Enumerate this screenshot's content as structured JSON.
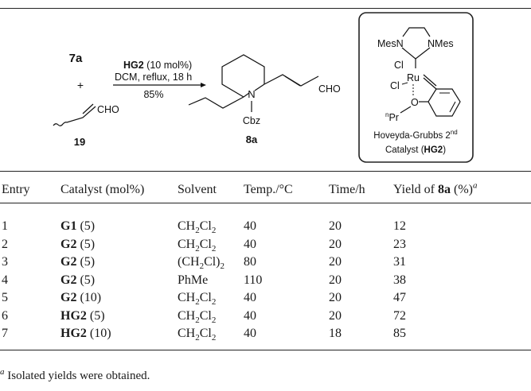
{
  "scheme": {
    "reactant_top": "7a",
    "plus": "+",
    "reactant_bottom_group": "CHO",
    "reactant_bottom_id": "19",
    "catalyst_condition": "HG2",
    "catalyst_loading": " (10 mol%)",
    "solvent_condition": "DCM, reflux, 18 h",
    "yield": "85%",
    "product_atom_n": "N",
    "product_protecting_group": "Cbz",
    "product_group": "CHO",
    "product_id": "8a",
    "box_mes_left": "MesN",
    "box_mes_right": "NMes",
    "box_cl1": "Cl",
    "box_cl2": "Cl",
    "box_ru": "Ru",
    "box_o": "O",
    "box_npr_sup": "n",
    "box_npr": "Pr",
    "box_name_line1": "Hoveyda-Grubbs 2",
    "box_name_sup": "nd",
    "box_name_line2": "Catalyst (",
    "box_name_bold": "HG2",
    "box_name_close": ")"
  },
  "table": {
    "headers": {
      "entry": "Entry",
      "catalyst": "Catalyst (mol%)",
      "solvent": "Solvent",
      "temp": "Temp./°C",
      "time": "Time/h",
      "yield_prefix": "Yield of ",
      "yield_bold": "8a",
      "yield_suffix": " (%)",
      "yield_note": "a"
    },
    "rows": [
      {
        "entry": "1",
        "cat": "G1",
        "load": " (5)",
        "solvent_main": "CH",
        "s1": "2",
        "solvent_mid": "Cl",
        "s2": "2",
        "solvent_tail": "",
        "temp": "40",
        "time": "20",
        "yield": "12"
      },
      {
        "entry": "2",
        "cat": "G2",
        "load": " (5)",
        "solvent_main": "CH",
        "s1": "2",
        "solvent_mid": "Cl",
        "s2": "2",
        "solvent_tail": "",
        "temp": "40",
        "time": "20",
        "yield": "23"
      },
      {
        "entry": "3",
        "cat": "G2",
        "load": " (5)",
        "solvent_main": "(CH",
        "s1": "2",
        "solvent_mid": "Cl)",
        "s2": "2",
        "solvent_tail": "",
        "temp": "80",
        "time": "20",
        "yield": "31"
      },
      {
        "entry": "4",
        "cat": "G2",
        "load": " (5)",
        "solvent_main": "PhMe",
        "s1": "",
        "solvent_mid": "",
        "s2": "",
        "solvent_tail": "",
        "temp": "110",
        "time": "20",
        "yield": "38"
      },
      {
        "entry": "5",
        "cat": "G2",
        "load": " (10)",
        "solvent_main": "CH",
        "s1": "2",
        "solvent_mid": "Cl",
        "s2": "2",
        "solvent_tail": "",
        "temp": "40",
        "time": "20",
        "yield": "47"
      },
      {
        "entry": "6",
        "cat": "HG2",
        "load": " (5)",
        "solvent_main": "CH",
        "s1": "2",
        "solvent_mid": "Cl",
        "s2": "2",
        "solvent_tail": "",
        "temp": "40",
        "time": "20",
        "yield": "72"
      },
      {
        "entry": "7",
        "cat": "HG2",
        "load": " (10)",
        "solvent_main": "CH",
        "s1": "2",
        "solvent_mid": "Cl",
        "s2": "2",
        "solvent_tail": "",
        "temp": "40",
        "time": "18",
        "yield": "85"
      }
    ],
    "footnote_mark": "a",
    "footnote": " Isolated yields were obtained."
  }
}
